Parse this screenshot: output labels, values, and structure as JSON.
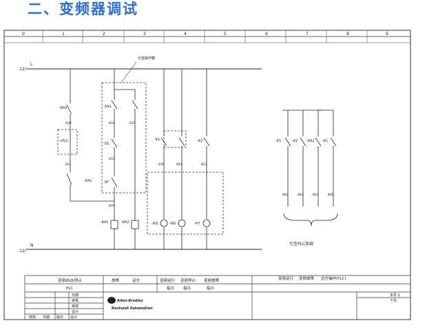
{
  "heading": "二、变频器调试",
  "grid_columns": [
    "0",
    "1",
    "2",
    "3",
    "4",
    "5",
    "6",
    "7",
    "8",
    "9"
  ],
  "diagram": {
    "wire_top": "L",
    "wire_bottom": "N",
    "line_ref_top": "12/",
    "line_ref_bottom": "12/",
    "box_label": "引自操作箱",
    "plc_box_label": "+PLC",
    "plc_brace_label": "引至PLC系统",
    "components": {
      "ka2_contact": "-KA2",
      "sa1": "-SA1",
      "ss": "-SS",
      "sf": "-SF",
      "ka1_contact": "-KA1",
      "k1_coil": "-K1",
      "k2_contact": "-K2",
      "ka1_coil": "-KA1",
      "ka2_coil": "-KA2",
      "hg": "-HG",
      "hr": "-HR",
      "hy": "-HY",
      "plc_k1": "-K1",
      "plc_k2": "-K2",
      "plc_ka2": "-KA2",
      "plc_k1b": "-K1"
    },
    "wire_numbers": [
      "830",
      "831",
      "832",
      "833",
      "834",
      "835",
      "838",
      "841",
      "853",
      "860",
      "862",
      "863",
      "868"
    ]
  },
  "title_block": {
    "row1": [
      "变频启动/停止",
      "故障",
      "运方",
      "变频运行",
      "变频停止",
      "变频故障",
      "变频运行",
      "变频故障",
      "远方操作(PLC)"
    ],
    "row2": [
      "PLC",
      "",
      "",
      "指示",
      "指示",
      "指示"
    ],
    "left_labels": [
      "日期",
      "审核",
      "审核",
      "设计"
    ],
    "bottom_labels": [
      "修改",
      "日期",
      "版次",
      "设计"
    ],
    "logo_text_1": "Allen-Bradley",
    "logo_text_2": "Rockwell Automation",
    "sheet_total": "本页 2",
    "sheet_next": "下页"
  }
}
